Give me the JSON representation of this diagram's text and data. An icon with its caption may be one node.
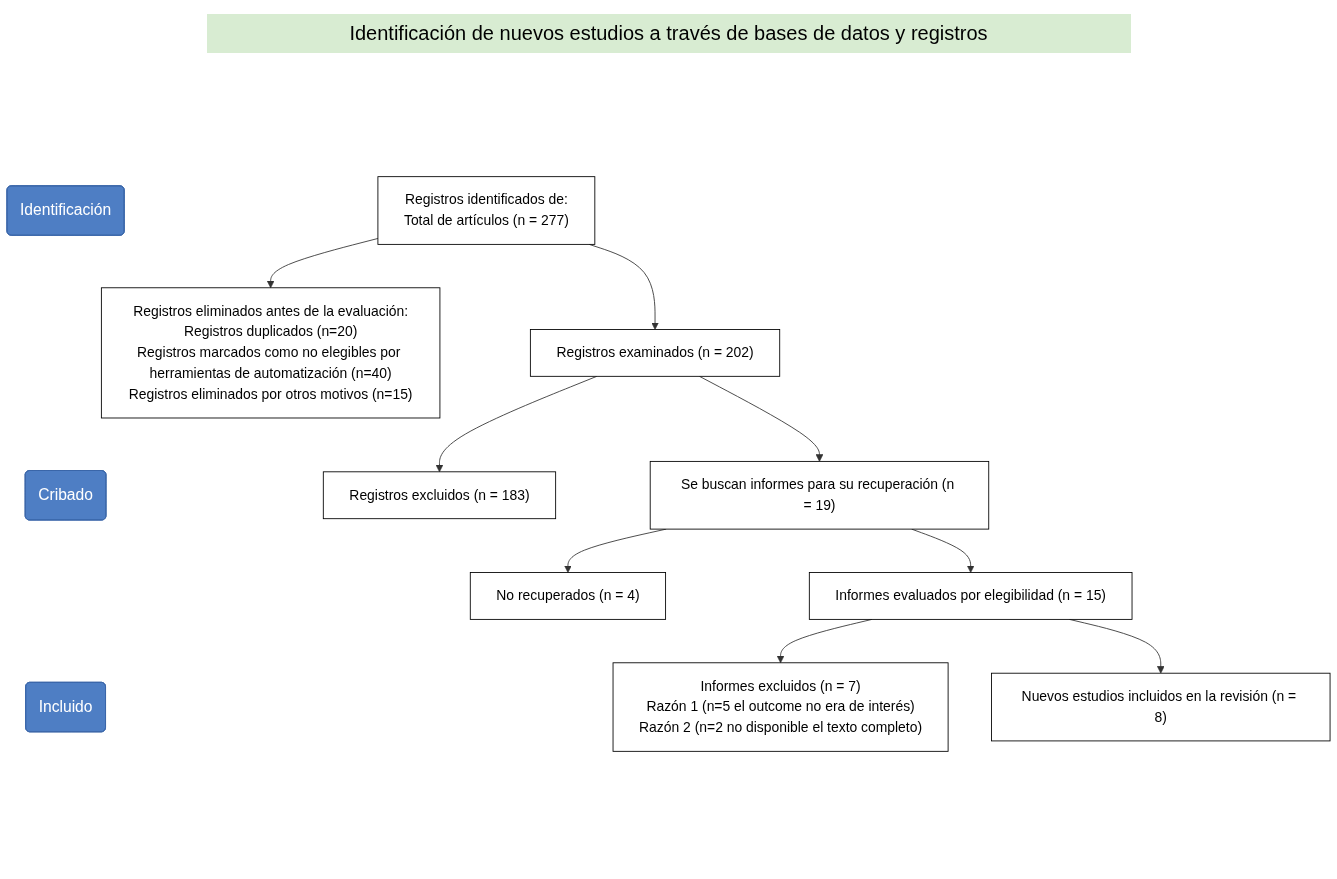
{
  "diagram": {
    "title": "Identificación de nuevos estudios a través de bases de datos y registros",
    "nodes": [
      {
        "text": [
          "Identificación"
        ]
      },
      {
        "text": [
          "Registros identificados de:",
          "Total de artículos (n = 277)"
        ]
      },
      {
        "text": [
          "Registros eliminados antes de la evaluación:",
          "Registros duplicados (n=20)",
          "Registros marcados como no elegibles por herramientas de automatización (n=40)",
          "Registros eliminados por otros motivos (n=15)"
        ]
      },
      {
        "text": [
          "Cribado"
        ]
      },
      {
        "text": [
          "Registros examinados (n = 202)"
        ]
      },
      {
        "text": [
          "Registros excluidos (n = 183)"
        ]
      },
      {
        "text": [
          "Se buscan informes para su recuperación (n = 19)"
        ]
      },
      {
        "text": [
          "No recuperados (n = 4)"
        ]
      },
      {
        "text": [
          "Informes evaluados por elegibilidad (n = 15)"
        ]
      },
      {
        "text": [
          "Informes excluidos (n = 7)",
          "Razón 1 (n=5 el outcome no era de interés)",
          "Razón 2 (n=2 no disponible el texto completo)"
        ]
      },
      {
        "text": [
          "Incluido"
        ]
      },
      {
        "text": [
          "Nuevos estudios incluidos en la revisión (n = 8)"
        ]
      }
    ],
    "edges": [
      {
        "from": 1,
        "to": 2,
        "arrow": "to"
      },
      {
        "from": 1,
        "to": 4,
        "arrow": "to"
      },
      {
        "from": 4,
        "to": 5,
        "arrow": "to"
      },
      {
        "from": 4,
        "to": 6,
        "arrow": "to"
      },
      {
        "from": 6,
        "to": 7,
        "arrow": "to"
      },
      {
        "from": 6,
        "to": 8,
        "arrow": "to"
      },
      {
        "from": 8,
        "to": 9,
        "arrow": "to"
      },
      {
        "from": 8,
        "to": 11,
        "arrow": "to"
      }
    ]
  }
}
